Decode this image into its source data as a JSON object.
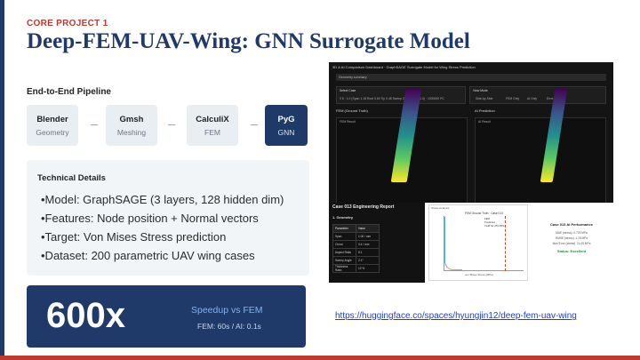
{
  "header": {
    "eyebrow": "CORE PROJECT 1",
    "title": "Deep-FEM-UAV-Wing: GNN Surrogate Model"
  },
  "pipeline": {
    "title": "End-to-End Pipeline",
    "stages": [
      {
        "name": "Blender",
        "sub": "Geometry",
        "active": false
      },
      {
        "name": "Gmsh",
        "sub": "Meshing",
        "active": false
      },
      {
        "name": "CalculiX",
        "sub": "FEM",
        "active": false
      },
      {
        "name": "PyG",
        "sub": "GNN",
        "active": true
      }
    ]
  },
  "tech": {
    "title": "Technical Details",
    "items": [
      "•Model: GraphSAGE (3 layers, 128 hidden dim)",
      "•Features: Node position + Normal vectors",
      "•Target: Von Mises Stress prediction",
      "•Dataset: 200 parametric UAV wing cases"
    ]
  },
  "speedup": {
    "value": "600x",
    "label": "Speedup vs FEM",
    "detail": "FEM: 60s / AI: 0.1s"
  },
  "screenshot": {
    "top_text": "3D & AI Comparison Dashboard · GraphSAGE Surrogate Model for Wing Stress Prediction",
    "select_text": "Geometry summary",
    "case_label": "Select Case",
    "case_value": "0 5 · 1.0 (Span 1.18 Root 0.60 Tip 0.48 Sweep 2.1 Dihedral 1.3) · 1000000 PC",
    "view_label": "View Mode",
    "view_options": [
      "Side-by-Side",
      "FEM Only",
      "AI Only",
      "Error Map"
    ],
    "left_panel_title": "FEM (Ground Truth)",
    "right_panel_title": "AI Prediction",
    "left_plot_tag": "FEM Result",
    "right_plot_tag": "AI Result",
    "report_title": "Case 013 Engineering Report",
    "geometry_title": "1. Geometry",
    "geometry_table": {
      "headers": [
        "Parameter",
        "Value"
      ],
      "rows": [
        [
          "Span",
          "1.00 / mm"
        ],
        [
          "Chord",
          "0.4 / mm"
        ],
        [
          "Aspect Ratio",
          "5.1"
        ],
        [
          "Sweep Angle",
          "2.1°"
        ],
        [
          "Thickness Ratio",
          "12 %"
        ]
      ]
    },
    "chart_tag": "Stress Analysis",
    "chart_title": "FEM Ground Truth · Case 013",
    "chart_xlabel": "von Mises Stress (MPa)",
    "chart_legend": [
      "FEM",
      "Predicted",
      "Yield Str 276 MPa"
    ],
    "perf_title": "Case 013 AI Performance",
    "perf_lines": [
      "MAE (stress): 0.725 MPa",
      "RMSE (stress): 1.78 MPa",
      "Max Error (stress): 21.05 MPa"
    ],
    "perf_status": "Status: Excellent"
  },
  "link": {
    "text": "https://huggingface.co/spaces/hyungjin12/deep-fem-uav-wing"
  },
  "colors": {
    "navy": "#1f3a68",
    "accent_red": "#c0392b",
    "link_blue": "#1a3fcf",
    "speed_label": "#7fb2f0"
  }
}
